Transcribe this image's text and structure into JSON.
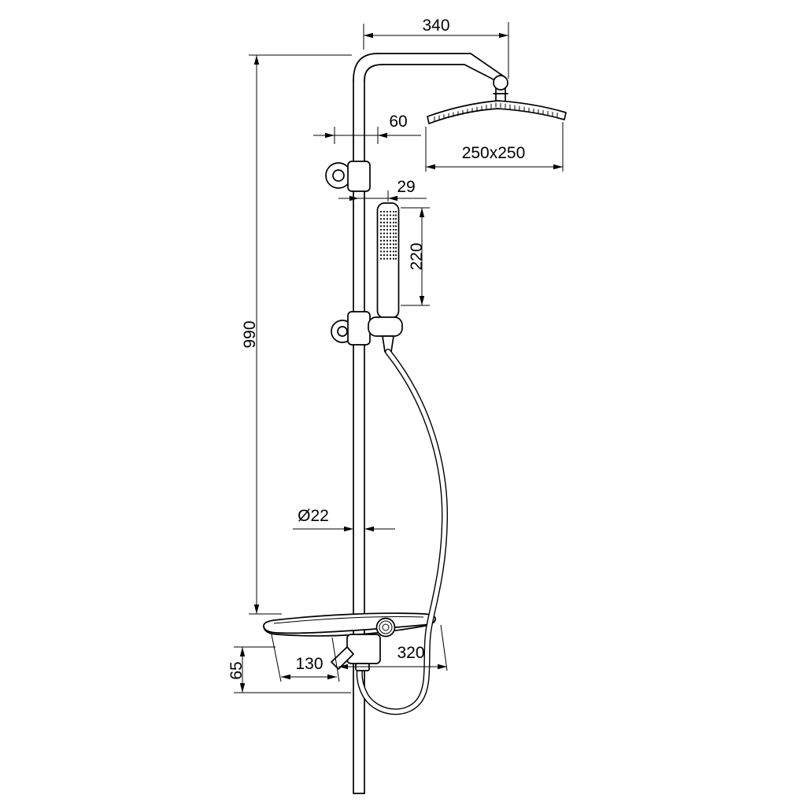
{
  "drawing": {
    "type": "technical-line-drawing",
    "subject": "shower-column-system",
    "background_color": "#ffffff",
    "line_color": "#000000"
  },
  "dims": {
    "d340": "340",
    "d60": "60",
    "d250": "250x250",
    "d29": "29",
    "d220": "220",
    "d990": "990",
    "dphi22": "Ø22",
    "d130": "130",
    "d320": "320",
    "d65": "65"
  }
}
